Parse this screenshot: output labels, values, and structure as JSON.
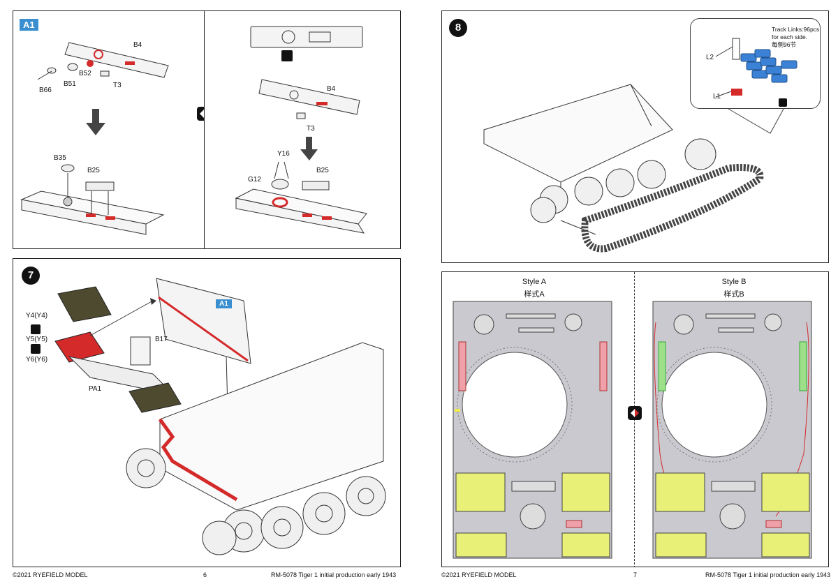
{
  "step_a1": {
    "badge": "A1",
    "parts_left": [
      "B4",
      "B52",
      "B51",
      "B66",
      "T3",
      "B35",
      "B25"
    ],
    "parts_right": [
      "B4",
      "T3",
      "Y16",
      "G12",
      "B25"
    ]
  },
  "step_7": {
    "number": "7",
    "parts": [
      "Y4(Y4)",
      "Y5(Y5)",
      "Y6(Y6)",
      "PA1",
      "B17"
    ],
    "ref_badge": "A1"
  },
  "step_8": {
    "number": "8",
    "callout_text": [
      "Track Links:96pcs",
      "for each side.",
      "每侧96节"
    ],
    "parts": [
      "L2",
      "L1"
    ]
  },
  "styles": {
    "a_title": "Style A",
    "a_sub": "样式A",
    "b_title": "Style B",
    "b_sub": "样式B"
  },
  "footer_left": {
    "copyright": "©2021 RYEFIELD MODEL",
    "page": "6",
    "product": "RM-5078  Tiger 1 initial production early 1943"
  },
  "footer_right": {
    "copyright": "©2021 RYEFIELD MODEL",
    "page": "7",
    "product": "RM-5078  Tiger 1 initial production early 1943"
  },
  "colors": {
    "accent_red": "#d42a2a",
    "callout_blue": "#3a8fd0",
    "track_blue": "#3b82d6",
    "grille_yellow": "#e8f078",
    "hull_grey": "#c9c9cf",
    "pink_part": "#f0a0a8",
    "green_part": "#9ee08a"
  }
}
